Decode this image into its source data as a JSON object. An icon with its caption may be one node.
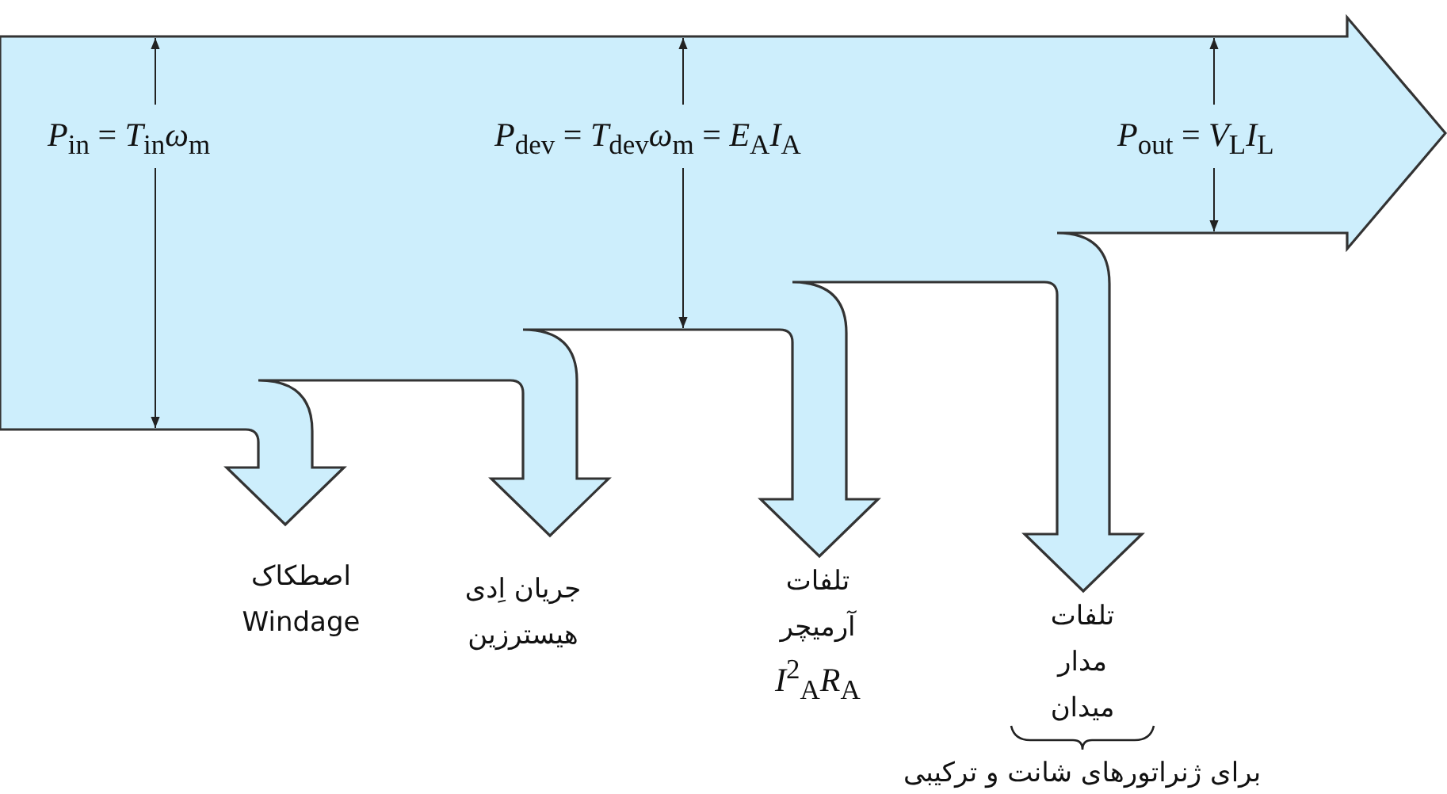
{
  "diagram": {
    "labels": [
      "*P*$_{in}$ = *T*$_{in}$*ω*$_{m}$",
      "*P*$_{dev}$ = *T*$_{dev}$*ω*$_{m}$ = *E*$_{A}$*I*$_{A}$",
      "*P*$_{out}$ = *V*$_{L}$*I*$_{L}$",
      "اصطکاک Windage",
      "جریان اِدی هیسترزین",
      "تلفات آرمیچر",
      "*I*$^{2}$$_{A}$*R*$_{A}$",
      "تلفات مدار میدان",
      "برای ژنراتورهای شانت و ترکیبی"
    ]
  }
}
